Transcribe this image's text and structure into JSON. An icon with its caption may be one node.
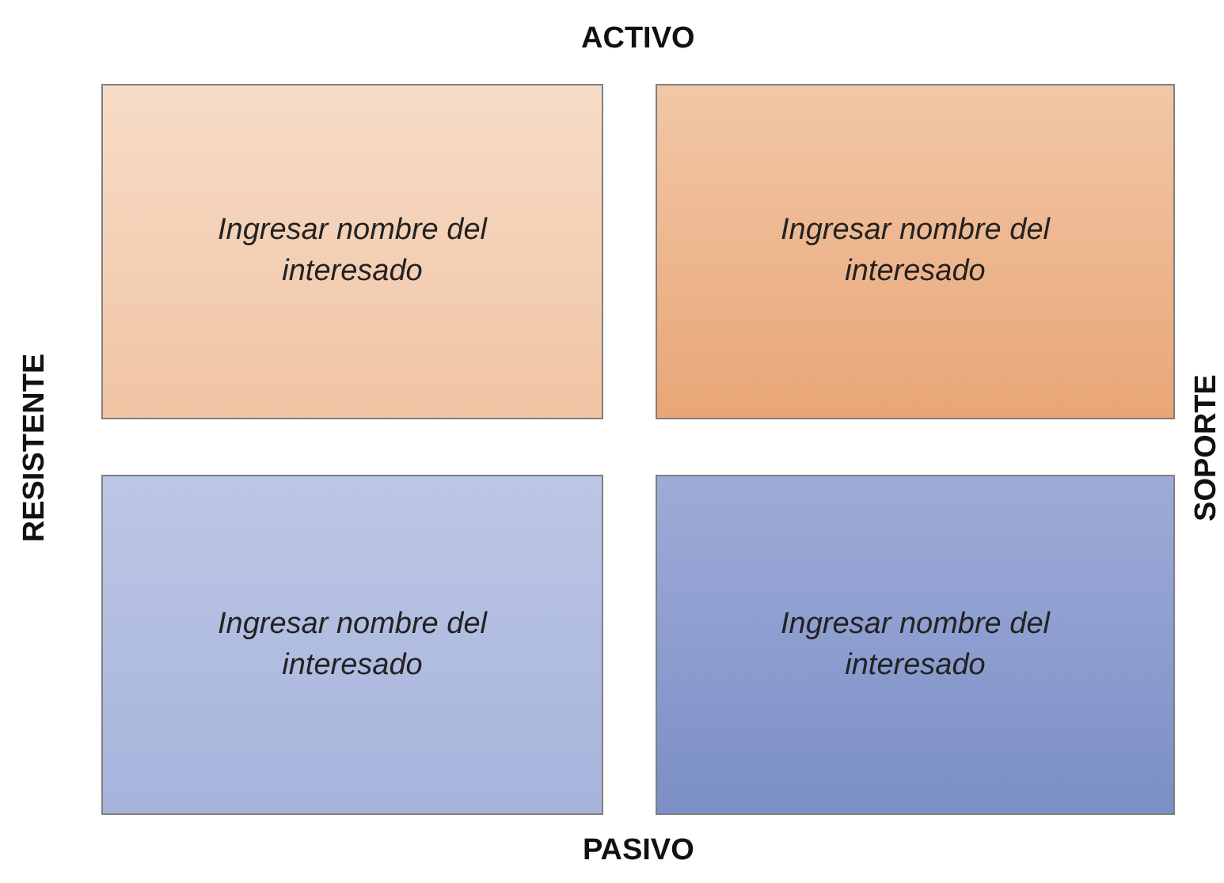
{
  "diagram": {
    "nodes": [
      {
        "text": [
          "Ingresar nombre del interesado"
        ]
      },
      {
        "text": [
          "Ingresar nombre del interesado"
        ]
      },
      {
        "text": [
          "Ingresar nombre del interesado"
        ]
      },
      {
        "text": [
          "Ingresar nombre del interesado"
        ]
      }
    ],
    "labels": [
      "ACTIVO",
      "RESISTENTE",
      "SOPORTE",
      "PASIVO"
    ]
  }
}
